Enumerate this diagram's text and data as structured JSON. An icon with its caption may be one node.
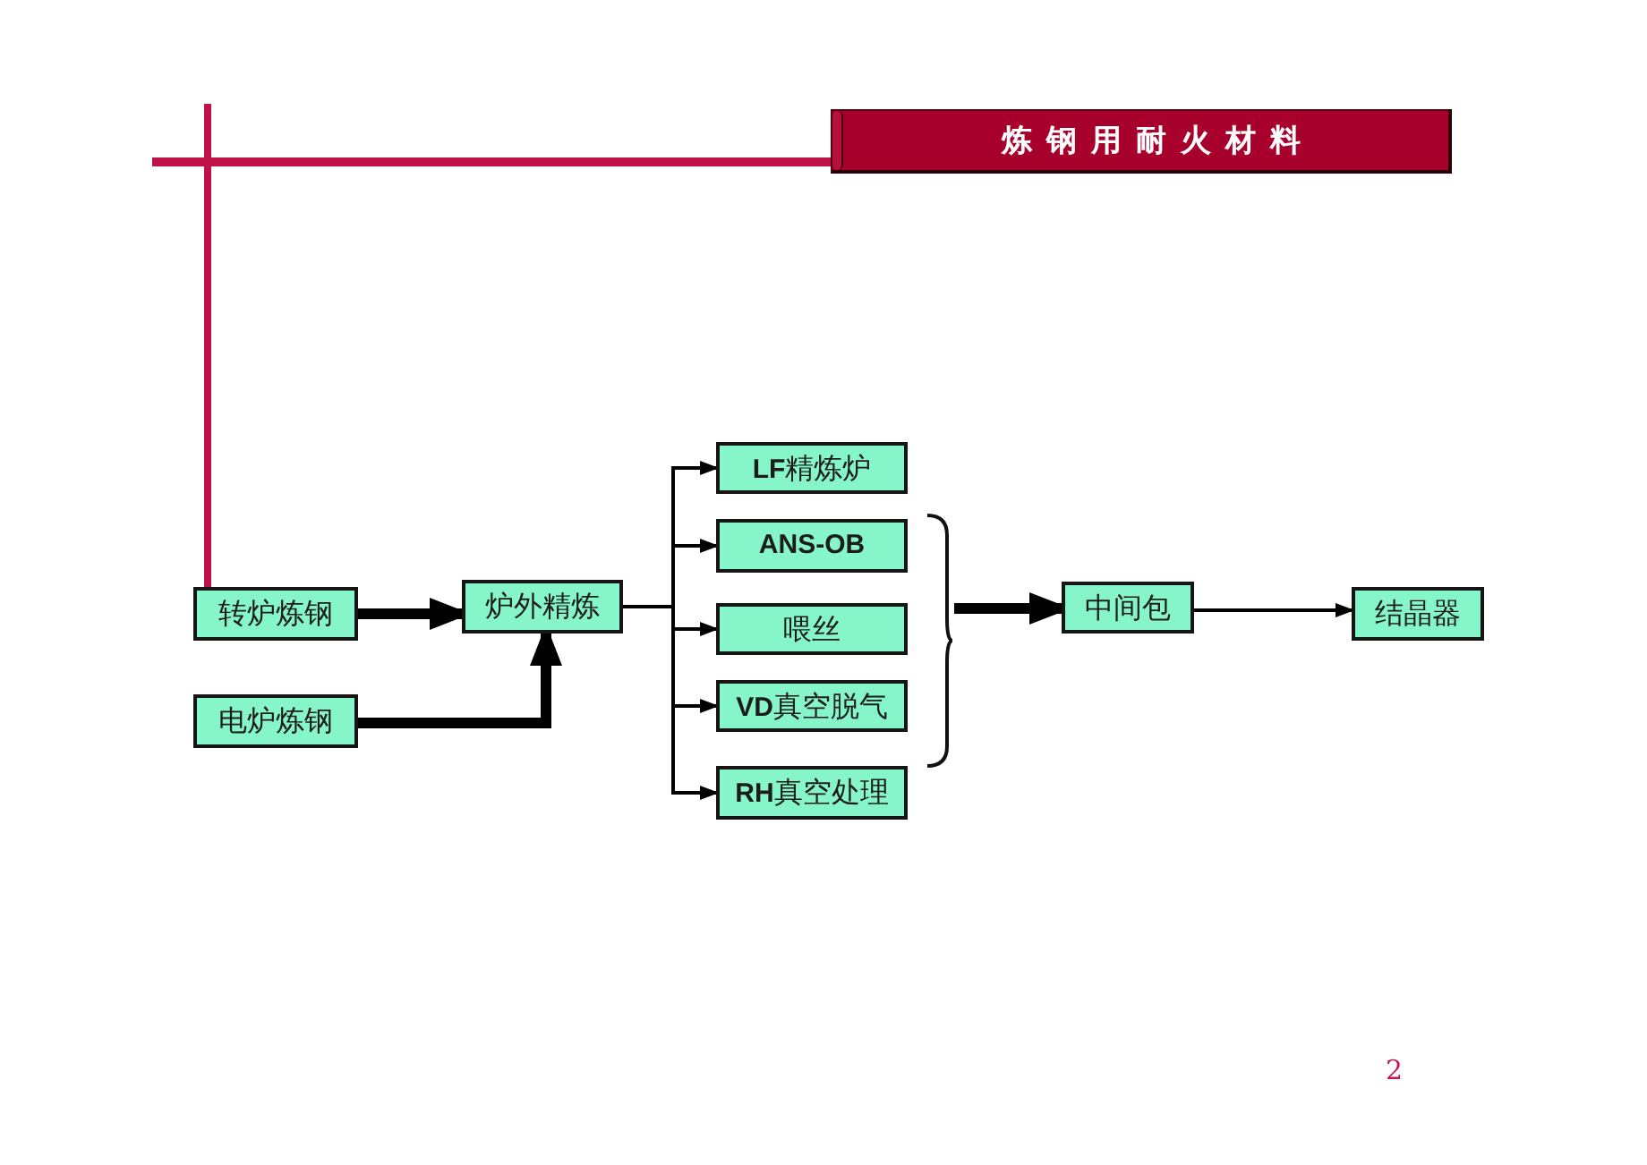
{
  "diagram": {
    "title": "炼钢用耐火材料",
    "nodes": [
      {
        "text": [
          "转炉炼钢"
        ]
      },
      {
        "text": [
          "电炉炼钢"
        ]
      },
      {
        "text": [
          "炉外精炼"
        ]
      },
      {
        "text": [
          "**LF**精炼炉"
        ]
      },
      {
        "text": [
          "ANS-OB"
        ]
      },
      {
        "text": [
          "喂丝"
        ]
      },
      {
        "text": [
          "**VD**真空脱气"
        ]
      },
      {
        "text": [
          "**RH**真空处理"
        ]
      },
      {
        "text": [],
        "shape": "brace"
      },
      {
        "text": [
          "中间包"
        ]
      },
      {
        "text": [
          "结晶器"
        ]
      }
    ],
    "edges": [
      {
        "from": 0,
        "to": 2,
        "arrow": "to",
        "style": "thick"
      },
      {
        "from": 1,
        "to": 2,
        "arrow": "to",
        "style": "thick"
      },
      {
        "from": 2,
        "to": 3,
        "arrow": "to"
      },
      {
        "from": 2,
        "to": 4,
        "arrow": "to"
      },
      {
        "from": 2,
        "to": 5,
        "arrow": "to"
      },
      {
        "from": 2,
        "to": 6,
        "arrow": "to"
      },
      {
        "from": 2,
        "to": 7,
        "arrow": "to"
      },
      {
        "from": 8,
        "to": 9,
        "arrow": "to",
        "style": "thick"
      },
      {
        "from": 9,
        "to": 10,
        "arrow": "to"
      }
    ],
    "labels": [
      "2"
    ]
  }
}
